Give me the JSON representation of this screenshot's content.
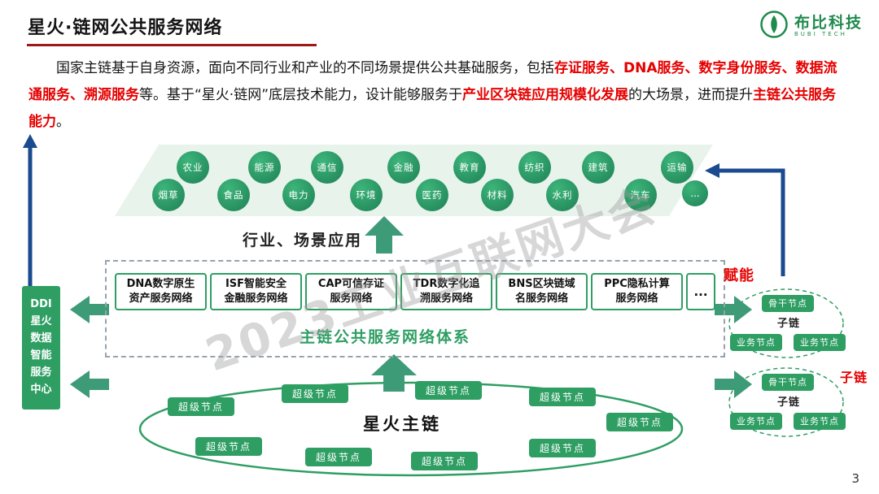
{
  "palette": {
    "green": "#2e9e63",
    "band_green": "#e8f3ec",
    "blue": "#1b4a8f",
    "red": "#e60000",
    "title_underline": "#9b1b1b",
    "logo_green": "#1f8a4d"
  },
  "header": {
    "title": "星火·链网公共服务网络",
    "logo": {
      "name": "布比科技",
      "sub": "BUBI TECH"
    }
  },
  "paragraph": {
    "segments": [
      {
        "text": "国家主链基于自身资源，面向不同行业和产业的不同场景提供公共基础服务，包括",
        "em": false
      },
      {
        "text": "存证服务、DNA服务、数字身份服务、数据流通服务、溯源服务",
        "em": true
      },
      {
        "text": "等。基于“星火·链网”底层技术能力，设计能够服务于",
        "em": false
      },
      {
        "text": "产业区块链应用规模化发展",
        "em": true
      },
      {
        "text": "的大场景，进而提升",
        "em": false
      },
      {
        "text": "主链公共服务能力",
        "em": true
      },
      {
        "text": "。",
        "em": false
      }
    ]
  },
  "industries": {
    "row1": [
      "农业",
      "能源",
      "通信",
      "金融",
      "教育",
      "纺织",
      "建筑",
      "运输"
    ],
    "row2": [
      "烟草",
      "食品",
      "电力",
      "环境",
      "医药",
      "材料",
      "水利",
      "汽车",
      "..."
    ]
  },
  "apps_label": "行业、场景应用",
  "services": {
    "items": [
      {
        "l1": "DNA数字原生",
        "l2": "资产服务网络"
      },
      {
        "l1": "ISF智能安全",
        "l2": "金融服务网络"
      },
      {
        "l1": "CAP可信存证",
        "l2": "服务网络"
      },
      {
        "l1": "TDR数字化追",
        "l2": "溯服务网络"
      },
      {
        "l1": "BNS区块链域",
        "l2": "名服务网络"
      },
      {
        "l1": "PPC隐私计算",
        "l2": "服务网络"
      }
    ],
    "more": "...",
    "system_label": "主链公共服务网络体系"
  },
  "empower": "赋能",
  "subchains": {
    "backbone": "骨干节点",
    "business": "业务节点",
    "label": "子链",
    "red_label": "子链"
  },
  "ddi": {
    "lines": [
      "DDI",
      "星火",
      "数据",
      "智能",
      "服务",
      "中心"
    ]
  },
  "main_chain": {
    "label": "星火主链",
    "node": "超级节点"
  },
  "watermark": "2023工业互联网大会",
  "page": "3"
}
